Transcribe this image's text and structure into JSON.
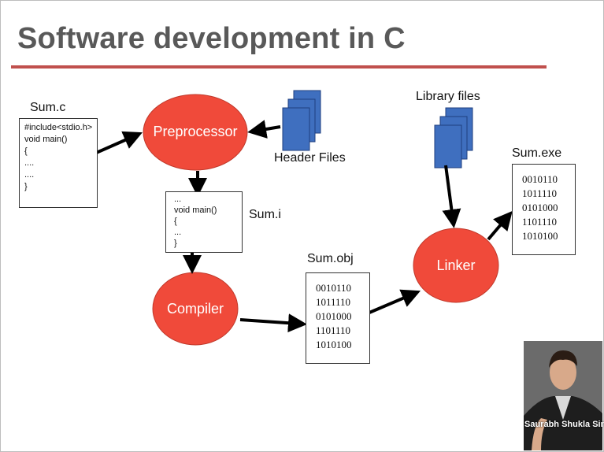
{
  "title": "Software development in C",
  "labels": {
    "sum_c": "Sum.c",
    "header_files": "Header Files",
    "library_files": "Library files",
    "sum_i": "Sum.i",
    "sum_obj": "Sum.obj",
    "sum_exe": "Sum.exe"
  },
  "nodes": {
    "preprocessor": "Preprocessor",
    "compiler": "Compiler",
    "linker": "Linker"
  },
  "source_code": [
    "#include<stdio.h>",
    "void main()",
    "{",
    " ....",
    " ....",
    "}"
  ],
  "preprocessed_code": [
    "...",
    "void main()",
    "{",
    "  ...",
    "}"
  ],
  "obj_binary": [
    "0010110",
    "1011110",
    "0101000",
    "1101110",
    "1010100"
  ],
  "exe_binary": [
    "0010110",
    "1011110",
    "0101000",
    "1101110",
    "1010100"
  ],
  "presenter": "Saurabh Shukla Sir",
  "colors": {
    "node_fill": "#f04a3a",
    "doc_fill": "#3f6fbf",
    "rule": "#c0504d"
  }
}
